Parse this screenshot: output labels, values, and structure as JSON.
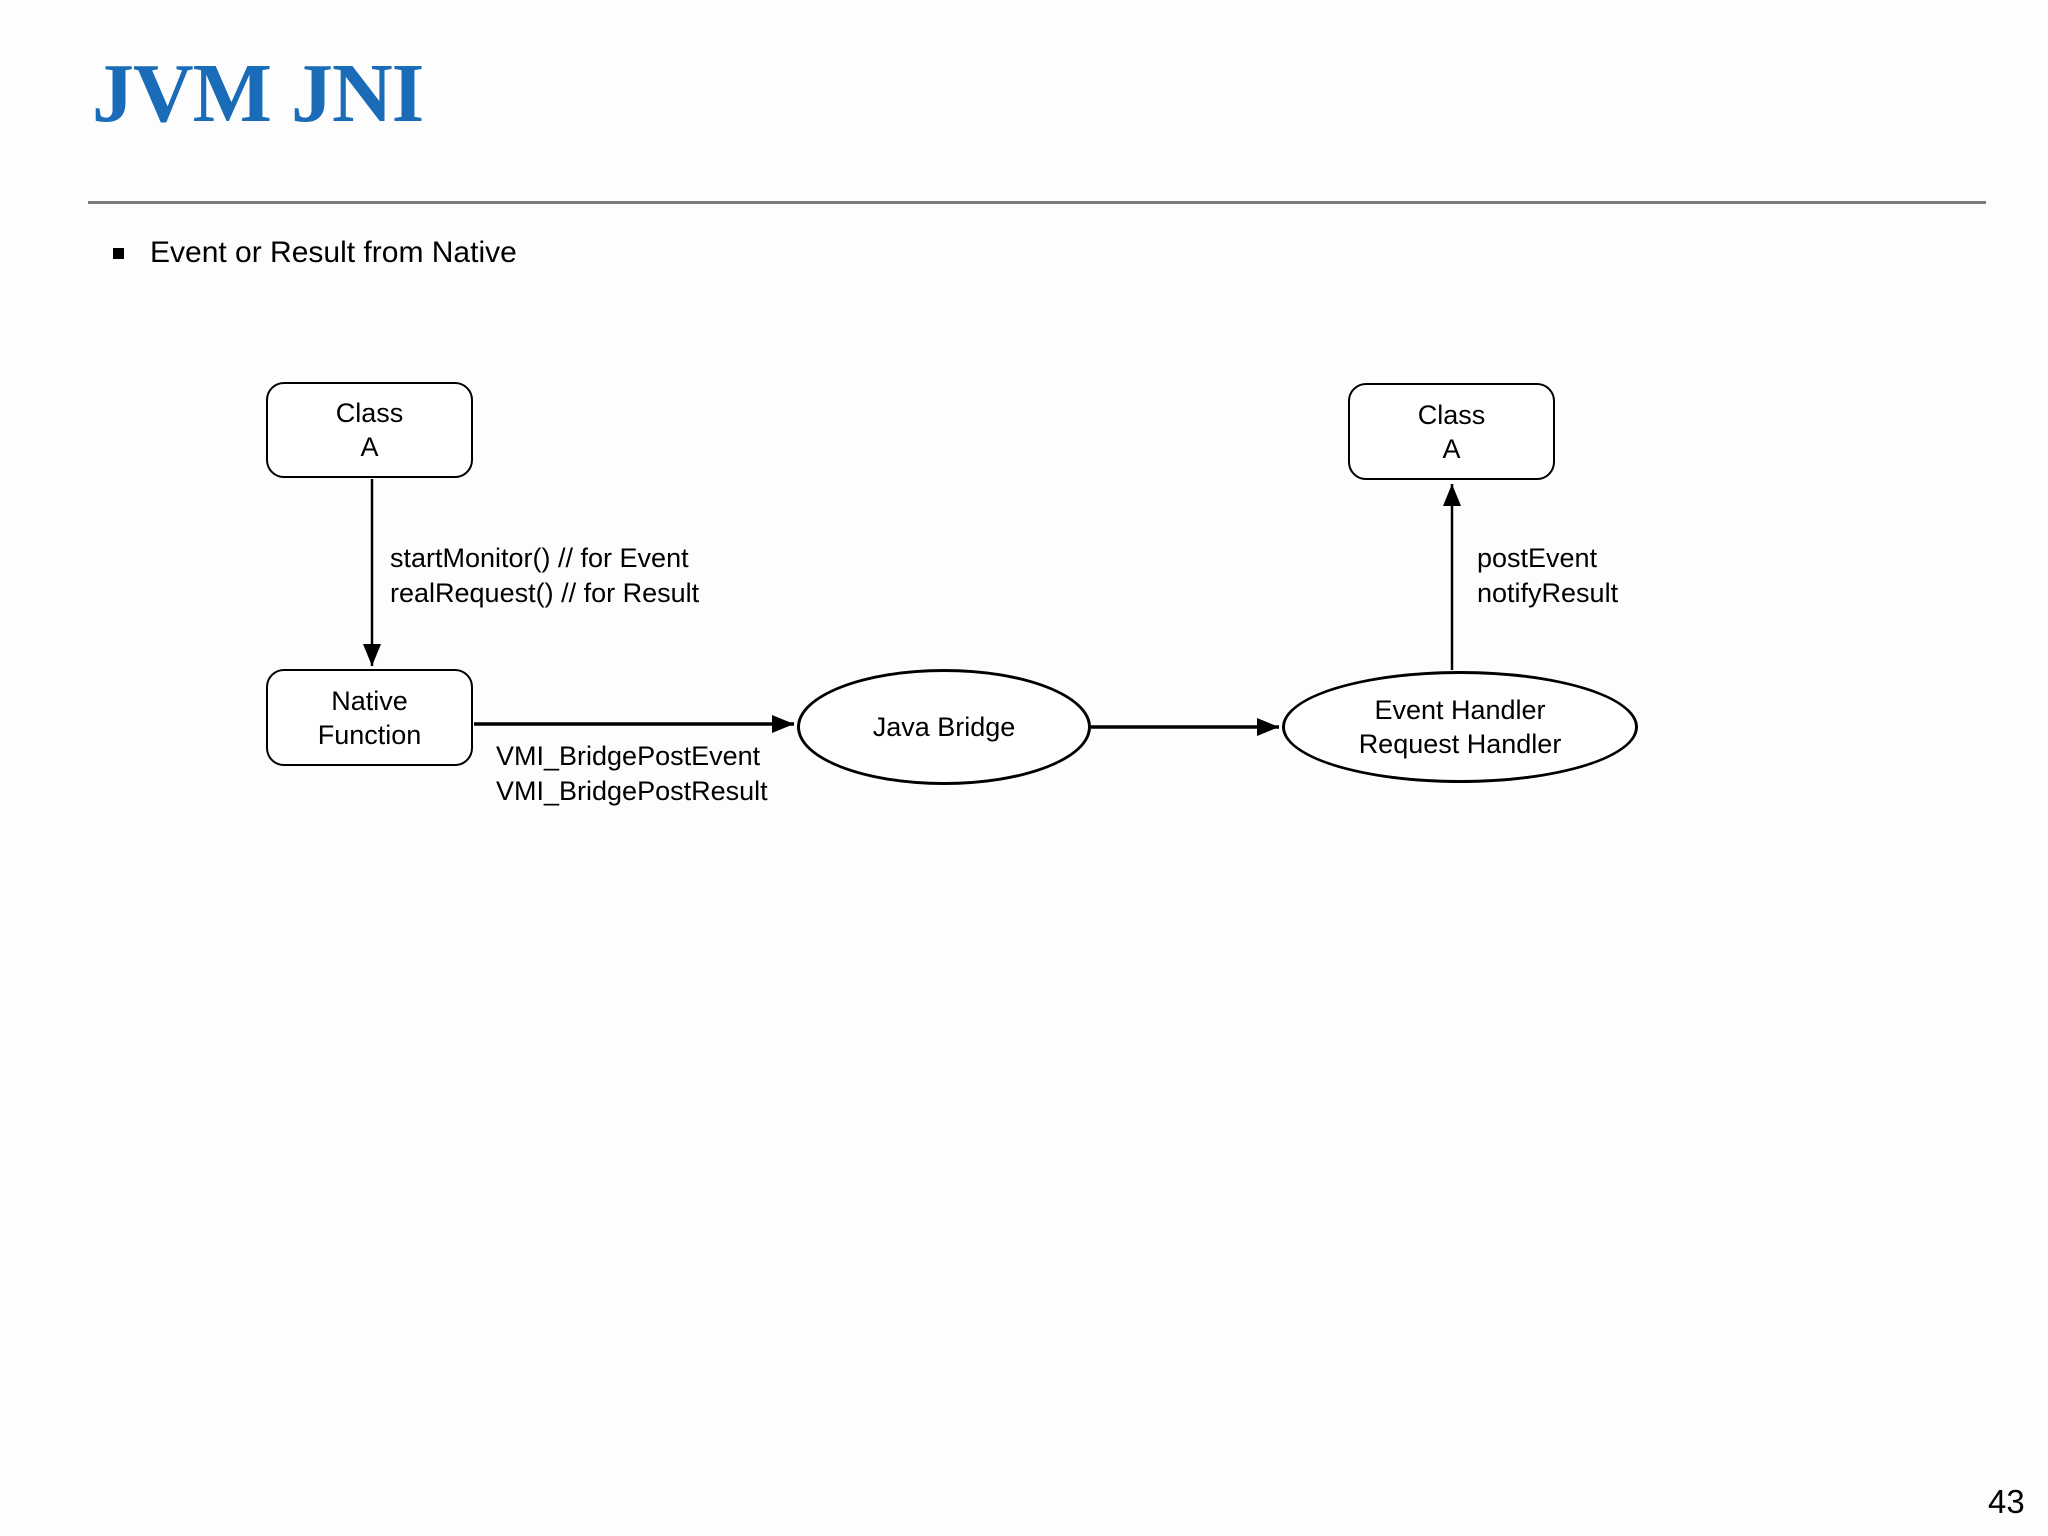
{
  "title": "JVM JNI",
  "bullet_text": "Event or Result from Native",
  "page_number": "43",
  "colors": {
    "title": "#1a6cb8",
    "divider": "#7a7a7a",
    "stroke": "#000000",
    "background": "#fdfdfd"
  },
  "nodes": {
    "class_a_left": {
      "line1": "Class",
      "line2": "A"
    },
    "native_function": {
      "line1": "Native",
      "line2": "Function"
    },
    "java_bridge": {
      "line1": "Java Bridge"
    },
    "event_handler": {
      "line1": "Event Handler",
      "line2": "Request Handler"
    },
    "class_a_right": {
      "line1": "Class",
      "line2": "A"
    }
  },
  "edge_labels": {
    "class_to_native": {
      "line1": "startMonitor() // for Event",
      "line2": "realRequest() // for Result"
    },
    "native_to_bridge": {
      "line1": "VMI_BridgePostEvent",
      "line2": "VMI_BridgePostResult"
    },
    "handler_to_class": {
      "line1": "postEvent",
      "line2": "notifyResult"
    }
  }
}
